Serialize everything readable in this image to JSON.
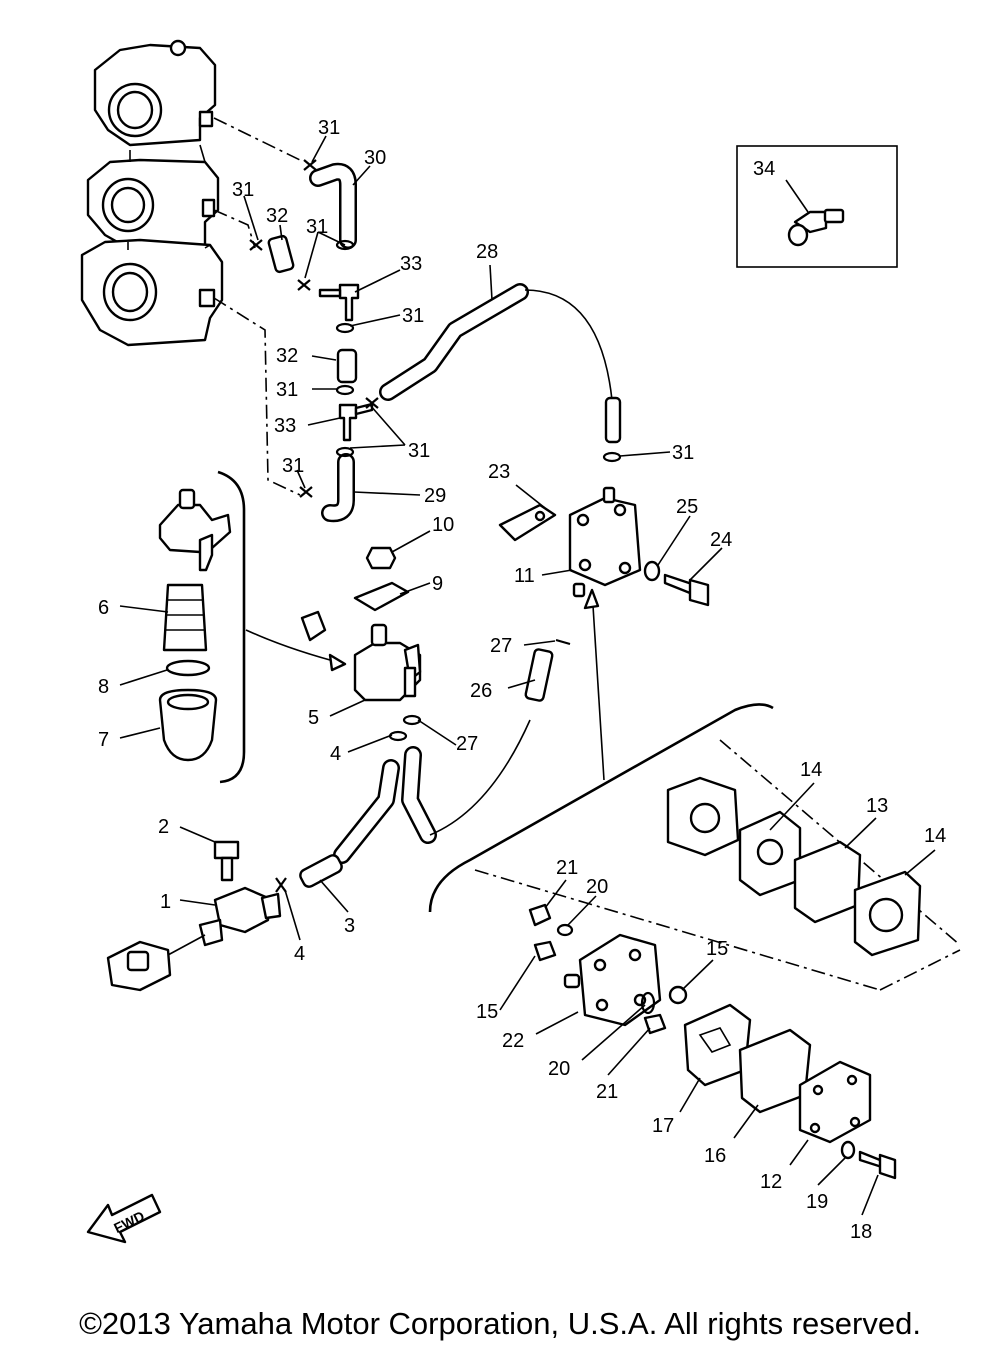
{
  "diagram": {
    "fwd_label": "FWD",
    "callouts": {
      "p1": "1",
      "p2": "2",
      "p3": "3",
      "p4a": "4",
      "p4b": "4",
      "p5": "5",
      "p6": "6",
      "p7": "7",
      "p8": "8",
      "p9": "9",
      "p10": "10",
      "p11": "11",
      "p12": "12",
      "p13": "13",
      "p14a": "14",
      "p14b": "14",
      "p15a": "15",
      "p15b": "15",
      "p16": "16",
      "p17": "17",
      "p18": "18",
      "p19": "19",
      "p20a": "20",
      "p20b": "20",
      "p21a": "21",
      "p21b": "21",
      "p22": "22",
      "p23": "23",
      "p24": "24",
      "p25": "25",
      "p26": "26",
      "p27a": "27",
      "p27b": "27",
      "p28": "28",
      "p29": "29",
      "p30": "30",
      "p31a": "31",
      "p31b": "31",
      "p31c": "31",
      "p31d": "31",
      "p31e": "31",
      "p31f": "31",
      "p31g": "31",
      "p31h": "31",
      "p32a": "32",
      "p32b": "32",
      "p33a": "33",
      "p33b": "33",
      "p34": "34"
    }
  },
  "footer": {
    "copyright": "©2013 Yamaha Motor Corporation, U.S.A. All rights reserved."
  }
}
